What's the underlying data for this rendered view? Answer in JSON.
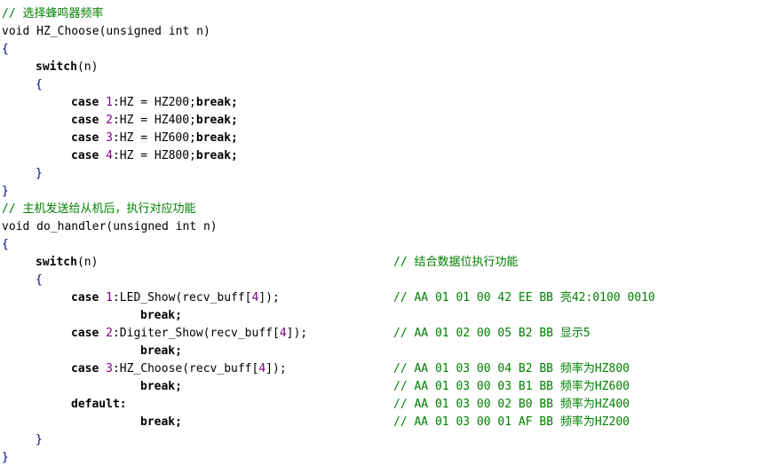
{
  "colors": {
    "background": "#ffffff",
    "comment": "#008000",
    "number": "#800080",
    "brace": "#000080",
    "text": "#000000"
  },
  "code": {
    "l1": "// 选择蜂鸣器频率",
    "l2": "void HZ_Choose(unsigned int n)",
    "l3": "{",
    "l4_kw": "switch",
    "l4_rest": "(n)",
    "l5": "{",
    "l6_kw": "case ",
    "l6_num": "1",
    "l6_a": ":HZ = HZ200;",
    "l6_kw2": "break;",
    "l7_kw": "case ",
    "l7_num": "2",
    "l7_a": ":HZ = HZ400;",
    "l7_kw2": "break;",
    "l8_kw": "case ",
    "l8_num": "3",
    "l8_a": ":HZ = HZ600;",
    "l8_kw2": "break;",
    "l9_kw": "case ",
    "l9_num": "4",
    "l9_a": ":HZ = HZ800;",
    "l9_kw2": "break;",
    "l10": "}",
    "l11": "}",
    "l12": "// 主机发送给从机后，执行对应功能",
    "l13": "void do_handler(unsigned int n)",
    "l14": "{",
    "l15_kw": "switch",
    "l15_rest": "(n)",
    "l15_c": "// 结合数据位执行功能",
    "l16": "{",
    "l17_kw": "case ",
    "l17_num": "1",
    "l17_a": ":LED_Show(recv_buff[",
    "l17_num2": "4",
    "l17_b": "]);",
    "l17_c": "// AA 01 01 00 42 EE BB 亮42:0100 0010",
    "l18_kw": "break;",
    "l19_kw": "case ",
    "l19_num": "2",
    "l19_a": ":Digiter_Show(recv_buff[",
    "l19_num2": "4",
    "l19_b": "]);",
    "l19_c": "// AA 01 02 00 05 B2 BB 显示5",
    "l20_kw": "break;",
    "l21_kw": "case ",
    "l21_num": "3",
    "l21_a": ":HZ_Choose(recv_buff[",
    "l21_num2": "4",
    "l21_b": "]);",
    "l21_c": "// AA 01 03 00 04 B2 BB 频率为HZ800",
    "l22_kw": "break;",
    "l22_c": "// AA 01 03 00 03 B1 BB 频率为HZ600",
    "l23_kw": "default:",
    "l23_c": "// AA 01 03 00 02 B0 BB 频率为HZ400",
    "l24_kw": "break;",
    "l24_c": "// AA 01 03 00 01 AF BB 频率为HZ200",
    "l25": "}",
    "l26": "}"
  }
}
